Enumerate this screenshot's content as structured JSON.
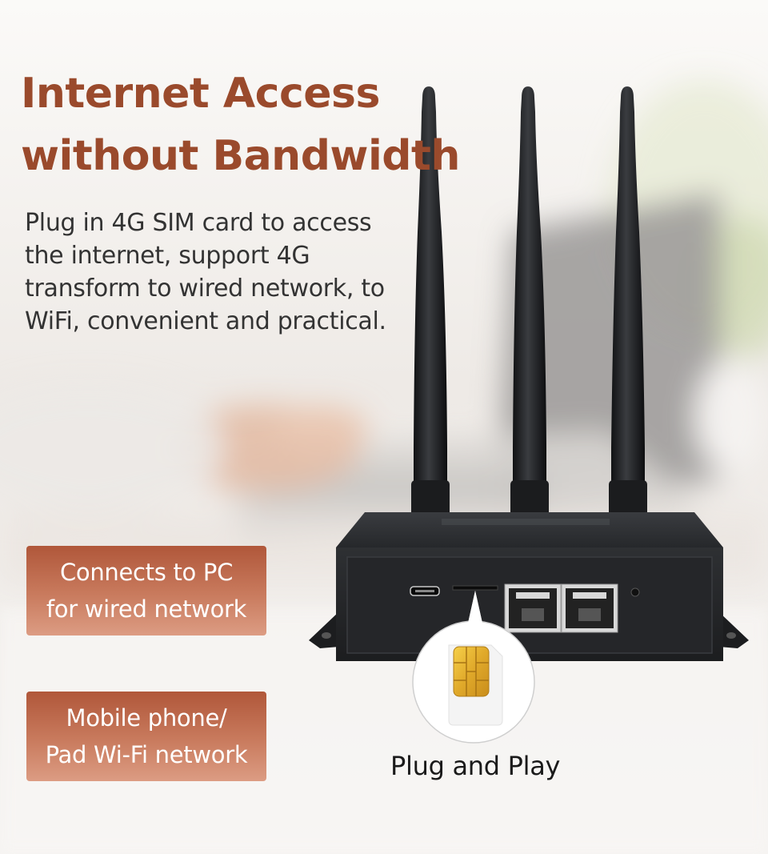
{
  "headline": {
    "line1": "Internet Access",
    "line2": "without Bandwidth"
  },
  "description": "Plug in 4G SIM card to access the internet, support 4G transform to wired network, to WiFi, convenient and practical.",
  "features": [
    {
      "line1": "Connects to PC",
      "line2": "for wired network"
    },
    {
      "line1": "Mobile phone/",
      "line2": "Pad Wi-Fi network"
    }
  ],
  "sim_callout": {
    "label": "Plug and Play"
  },
  "colors": {
    "headline": "#9a4a2c",
    "card_top": "#b0573a",
    "card_bottom": "#dc9c83",
    "router_body": "#2b2d30",
    "sim_chip": "#e8b830"
  },
  "icons": {
    "router": "router-icon",
    "antenna": "antenna-icon",
    "sim_card": "sim-card-icon",
    "ethernet_port": "ethernet-port-icon",
    "usb_port": "micro-usb-port-icon"
  }
}
